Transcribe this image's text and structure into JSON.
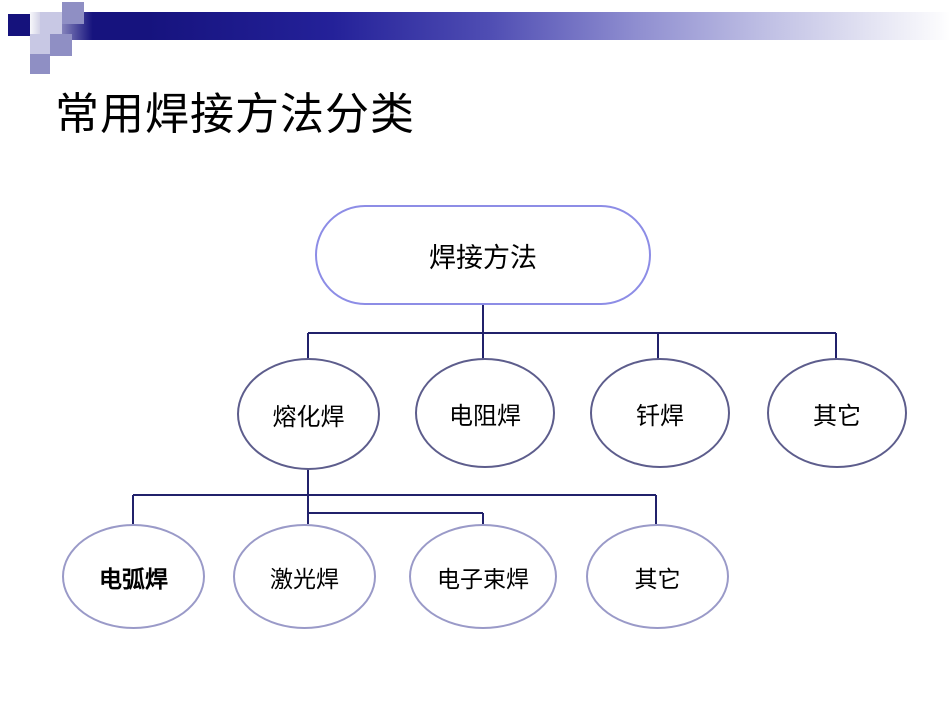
{
  "slide": {
    "title": "常用焊接方法分类",
    "background_color": "#ffffff"
  },
  "header": {
    "bar_gradient_from": "#16137e",
    "bar_gradient_to": "#ffffff",
    "squares": [
      {
        "name": "square-dark",
        "color": "#15127c"
      },
      {
        "name": "square-light-1",
        "color": "#c8c8e4"
      },
      {
        "name": "square-mid-1",
        "color": "#8f8fc4"
      },
      {
        "name": "square-light-2",
        "color": "#c8c8e4"
      },
      {
        "name": "square-mid-2",
        "color": "#8f8fc4"
      },
      {
        "name": "square-mid-3",
        "color": "#8f8fc4"
      }
    ]
  },
  "diagram": {
    "type": "tree",
    "line_color": "#21216b",
    "root": {
      "label": "焊接方法",
      "border_color": "#8d8de6"
    },
    "level2": [
      {
        "label": "熔化焊",
        "border_color": "#5d5d8c"
      },
      {
        "label": "电阻焊",
        "border_color": "#5d5d8c"
      },
      {
        "label": "钎焊",
        "border_color": "#5d5d8c"
      },
      {
        "label": "其它",
        "border_color": "#5d5d8c"
      }
    ],
    "level3": [
      {
        "label": "电弧焊",
        "border_color": "#9a9ac8",
        "emphasis": "bold"
      },
      {
        "label": "激光焊",
        "border_color": "#9a9ac8",
        "emphasis": "normal"
      },
      {
        "label": "电子束焊",
        "border_color": "#9a9ac8",
        "emphasis": "normal"
      },
      {
        "label": "其它",
        "border_color": "#9a9ac8",
        "emphasis": "normal"
      }
    ]
  }
}
